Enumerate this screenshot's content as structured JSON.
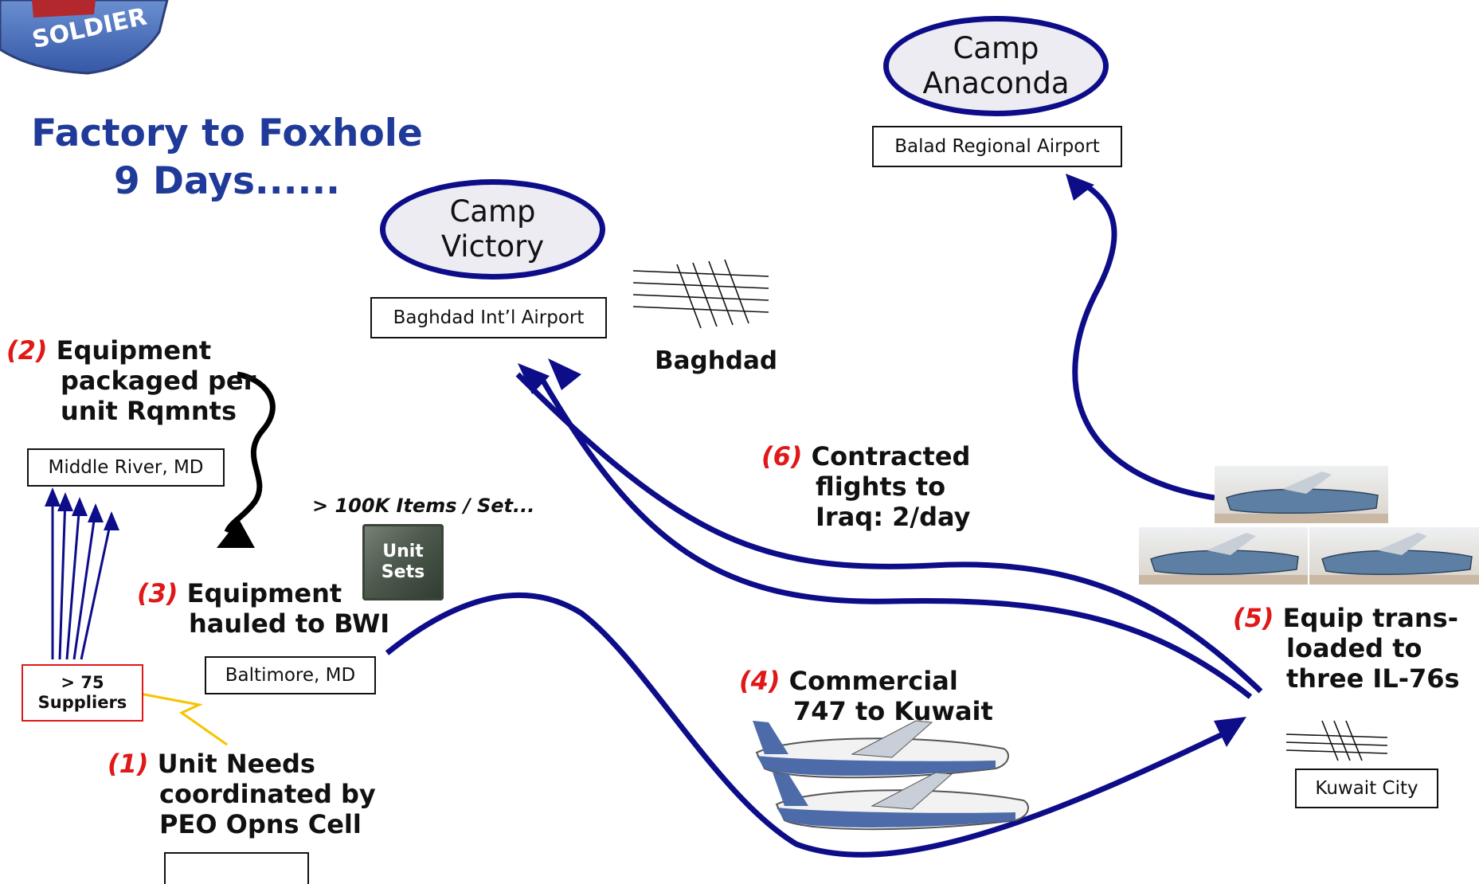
{
  "title": {
    "line1": "Factory to Foxhole",
    "line2": "9 Days......"
  },
  "logo": {
    "text": "SOLDIER"
  },
  "camps": [
    {
      "name_line1": "Camp",
      "name_line2": "Victory",
      "airport": "Baghdad Int’l Airport"
    },
    {
      "name_line1": "Camp",
      "name_line2": "Anaconda",
      "airport": "Balad Regional Airport"
    }
  ],
  "cities": {
    "baghdad": "Baghdad",
    "kuwait": "Kuwait City"
  },
  "locations": {
    "middle_river": "Middle River, MD",
    "baltimore": "Baltimore, MD"
  },
  "suppliers": {
    "line1": "> 75",
    "line2": "Suppliers"
  },
  "crate": {
    "line1": "Unit",
    "line2": "Sets"
  },
  "items_note": "> 100K Items / Set...",
  "steps": [
    {
      "num": "(1)",
      "lines": [
        "Unit Needs",
        "coordinated by",
        "PEO Opns Cell"
      ]
    },
    {
      "num": "(2)",
      "lines": [
        "Equipment",
        "packaged per",
        "unit Rqmnts"
      ]
    },
    {
      "num": "(3)",
      "lines": [
        "Equipment",
        "hauled to BWI"
      ]
    },
    {
      "num": "(4)",
      "lines": [
        "Commercial",
        "747 to Kuwait"
      ]
    },
    {
      "num": "(5)",
      "lines": [
        "Equip trans-",
        "loaded to",
        "three IL-76s"
      ]
    },
    {
      "num": "(6)",
      "lines": [
        "Contracted",
        "flights to",
        "Iraq: 2/day"
      ]
    }
  ],
  "colors": {
    "title": "#1f3a99",
    "arrow": "#0d0d8a",
    "step_number": "#e01818",
    "lightning": "#f5c400"
  }
}
